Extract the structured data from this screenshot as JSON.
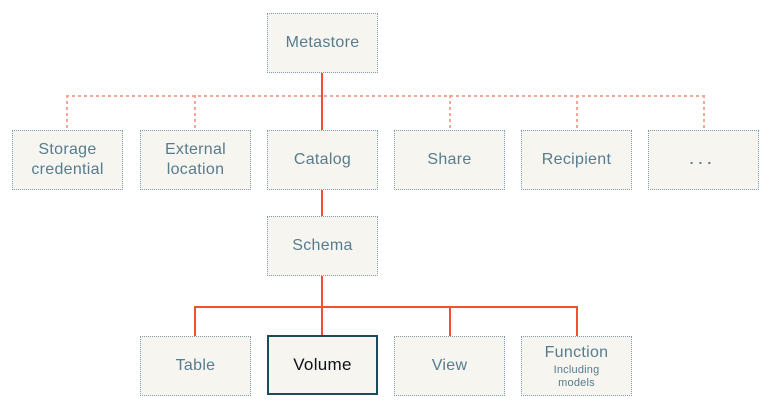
{
  "diagram": {
    "nodes": {
      "metastore": {
        "label": "Metastore"
      },
      "storage_credential": {
        "label": "Storage credential"
      },
      "external_location": {
        "label": "External location"
      },
      "catalog": {
        "label": "Catalog"
      },
      "share": {
        "label": "Share"
      },
      "recipient": {
        "label": "Recipient"
      },
      "more": {
        "label": "..."
      },
      "schema": {
        "label": "Schema"
      },
      "table": {
        "label": "Table"
      },
      "volume": {
        "label": "Volume"
      },
      "view": {
        "label": "View"
      },
      "function": {
        "label": "Function",
        "sublabel": "Including models"
      }
    },
    "colors": {
      "box_fill": "#f6f5f0",
      "box_border": "#7f9dac",
      "label_text": "#567c8e",
      "highlight_border": "#1b4a59",
      "highlight_text": "#0c1116",
      "connector_solid": "#f0512f",
      "connector_dashed": "#f5a795"
    }
  }
}
